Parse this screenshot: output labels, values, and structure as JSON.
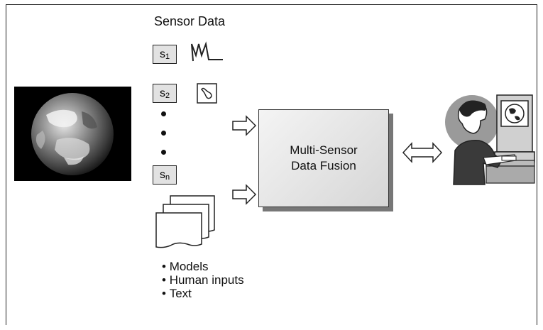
{
  "diagram": {
    "title": "Sensor Data",
    "sensors": [
      {
        "label": "s",
        "sub": "1",
        "icon": "waveform-icon"
      },
      {
        "label": "s",
        "sub": "2",
        "icon": "blob-shape-icon"
      },
      {
        "label": "s",
        "sub": "n",
        "icon": ""
      }
    ],
    "fusion": {
      "line1": "Multi-Sensor",
      "line2": "Data Fusion"
    },
    "other_inputs": [
      "Models",
      "Human inputs",
      "Text"
    ],
    "colors": {
      "box_fill": "#e2e2e2",
      "stroke": "#222222",
      "fusion_shadow": "#777777"
    }
  }
}
